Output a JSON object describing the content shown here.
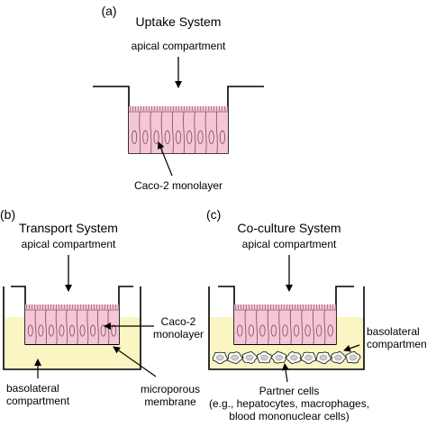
{
  "panel_a": {
    "letter": "(a)",
    "title": "Uptake System",
    "apical_label": "apical compartment",
    "monolayer_label": "Caco-2 monolayer"
  },
  "panel_b": {
    "letter": "(b)",
    "title": "Transport System",
    "apical_label": "apical compartment",
    "monolayer_label_line1": "Caco-2",
    "monolayer_label_line2": "monolayer",
    "basolateral_label_line1": "basolateral",
    "basolateral_label_line2": "compartment",
    "membrane_label_line1": "microporous",
    "membrane_label_line2": "membrane"
  },
  "panel_c": {
    "letter": "(c)",
    "title": "Co-culture System",
    "apical_label": "apical compartment",
    "basolateral_label_line1": "basolateral",
    "basolateral_label_line2": "compartmen",
    "partner_label_line1": "Partner cells",
    "partner_label_line2": "(e.g., hepatocytes, macrophages,",
    "partner_label_line3": "blood mononuclear cells)"
  },
  "colors": {
    "monolayer_fill": "#f4c6d6",
    "monolayer_stroke": "#7a4a5c",
    "medium_fill": "#fbf5c3",
    "cell_fill": "#ffffff",
    "nucleus_fill": "#cfcfcf",
    "line": "#000000"
  }
}
